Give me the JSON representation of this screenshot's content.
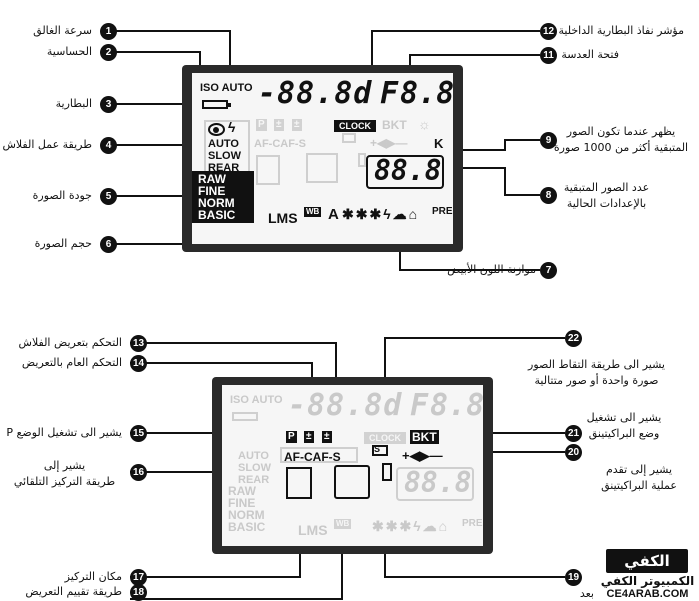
{
  "lcd_top": {
    "iso": "ISO AUTO",
    "shutter_display": "-88.8d",
    "aperture_f": "F",
    "aperture_display": "8.8",
    "clock": "CLOCK",
    "bkt": "BKT",
    "af_modes": "AF-CAF-S",
    "flash_modes": [
      "AUTO",
      "SLOW",
      "REAR"
    ],
    "quality": [
      "RAW",
      "FINE",
      "NORM",
      "BASIC"
    ],
    "size": "LMS",
    "wb": "WB",
    "pre": "PRE",
    "frames_display": "88.8",
    "k": "K",
    "a_letter": "A"
  },
  "lcd_bottom": {
    "iso": "ISO AUTO",
    "shutter_display": "-88.8d",
    "aperture_f": "F",
    "aperture_display": "8.8",
    "clock": "CLOCK",
    "bkt": "BKT",
    "af_modes": "AF-CAF-S",
    "flash_modes": [
      "AUTO",
      "SLOW",
      "REAR"
    ],
    "quality": [
      "RAW",
      "FINE",
      "NORM",
      "BASIC"
    ],
    "size": "LMS",
    "wb": "WB",
    "pre": "PRE",
    "frames_display": "88.8",
    "s_letter": "S"
  },
  "callouts": [
    {
      "num": "1",
      "text": "سرعة الغالق"
    },
    {
      "num": "2",
      "text": "الحساسية"
    },
    {
      "num": "3",
      "text": "البطارية"
    },
    {
      "num": "4",
      "text": "طريقة عمل الفلاش"
    },
    {
      "num": "5",
      "text": "جودة الصورة"
    },
    {
      "num": "6",
      "text": "حجم الصورة"
    },
    {
      "num": "7",
      "text": "موازنة اللون الأبيض"
    },
    {
      "num": "8",
      "text": [
        "عدد الصور المتبقية",
        "بالإعدادات الحالية"
      ]
    },
    {
      "num": "9",
      "text": [
        "يظهر عندما تكون الصور",
        "المتبقية أكثر من 1000 صورة"
      ]
    },
    {
      "num": "11",
      "text": "فتحة العدسة"
    },
    {
      "num": "12",
      "text": "مؤشر نفاذ البطارية الداخلية"
    },
    {
      "num": "13",
      "text": "التحكم بتعريض الفلاش"
    },
    {
      "num": "14",
      "text": "التحكم العام بالتعريض"
    },
    {
      "num": "15",
      "text": "يشير الى تشغيل الوضع P"
    },
    {
      "num": "16",
      "text": [
        "يشير إلى",
        "طريقة التركيز التلقائي"
      ]
    },
    {
      "num": "17",
      "text": "مكان التركيز"
    },
    {
      "num": "18",
      "text": "طريقة تقييم التعريض"
    },
    {
      "num": "19",
      "text": "بعد"
    },
    {
      "num": "20",
      "text": [
        "يشير إلى تقدم",
        "عملية البراكيتينق"
      ]
    },
    {
      "num": "21",
      "text": [
        "يشير الى تشغيل",
        "وضع البراكيتينق"
      ]
    },
    {
      "num": "22",
      "text": [
        "يشير الى طريقة التقاط الصور",
        "صورة واحدة أو صور متتالية"
      ]
    }
  ],
  "logo": {
    "mark": "الكفي",
    "name": "الكمبيوتر الكفي",
    "site": "CE4ARAB.COM"
  }
}
